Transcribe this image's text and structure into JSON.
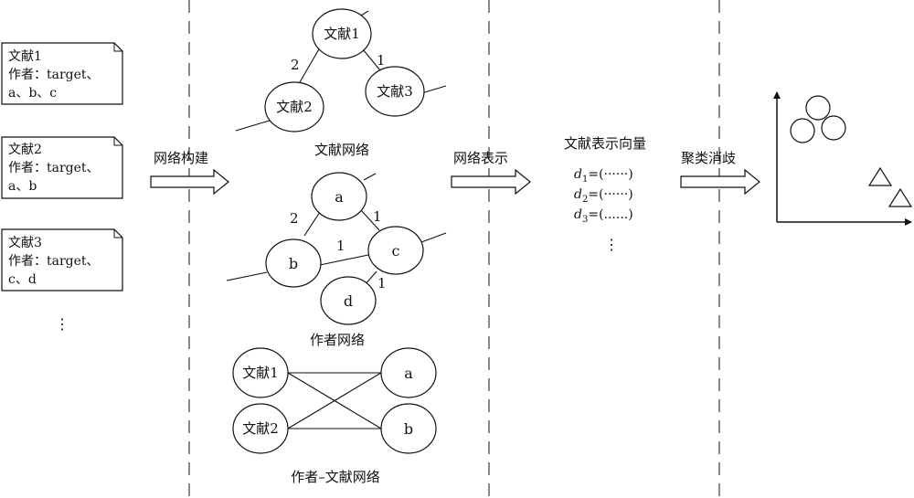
{
  "documents": [
    {
      "title": "文献1",
      "authors_line1": "作者：target、",
      "authors_line2": "a、b、c"
    },
    {
      "title": "文献2",
      "authors_line1": "作者：target、",
      "authors_line2": "a、b"
    },
    {
      "title": "文献3",
      "authors_line1": "作者：target、",
      "authors_line2": "c、d"
    }
  ],
  "doc_ellipsis": "⋮",
  "steps": {
    "build": "网络构建",
    "represent": "网络表示",
    "cluster": "聚类消歧"
  },
  "doc_network": {
    "caption": "文献网络",
    "nodes": {
      "n1": "文献1",
      "n2": "文献2",
      "n3": "文献3"
    },
    "edges": {
      "e12": "2",
      "e13": "1"
    }
  },
  "author_network": {
    "caption": "作者网络",
    "nodes": {
      "a": "a",
      "b": "b",
      "c": "c",
      "d": "d"
    },
    "edges": {
      "ab": "2",
      "ac": "1",
      "bc": "1",
      "cd": "1"
    }
  },
  "bipartite": {
    "caption": "作者–文献网络",
    "nodes": {
      "doc1": "文献1",
      "doc2": "文献2",
      "a": "a",
      "b": "b"
    }
  },
  "vectors": {
    "title": "文献表示向量",
    "items": [
      {
        "var": "d",
        "sub": "1",
        "rest": "=(······)"
      },
      {
        "var": "d",
        "sub": "2",
        "rest": "=(······)"
      },
      {
        "var": "d",
        "sub": "3",
        "rest": "=(......)"
      }
    ],
    "ellipsis": "⋮"
  }
}
